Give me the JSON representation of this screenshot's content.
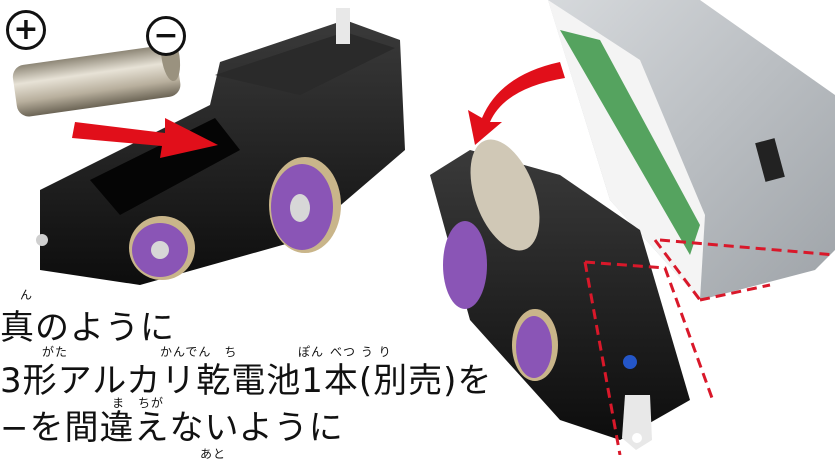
{
  "symbols": {
    "plus": "+",
    "minus": "−"
  },
  "instructions": {
    "line1": "真のように",
    "line2": "3形アルカリ乾電池1本(別売)を",
    "line3": "−を間違えないように"
  },
  "ruby": {
    "r1": "ん",
    "r2a": "がた",
    "r2b": "かんでん　ち",
    "r2c": "ぽん",
    "r2d": "べつ う り",
    "r3a": "ま　ちが",
    "r3b": "あと"
  },
  "colors": {
    "arrow_red": "#e10f1a",
    "guide_red": "#d9182a",
    "wheel_purple": "#8a55b6",
    "body_black": "#1a1a1a",
    "battery_silver": "#c9c3b6",
    "train_gray": "#b8bcc0"
  }
}
